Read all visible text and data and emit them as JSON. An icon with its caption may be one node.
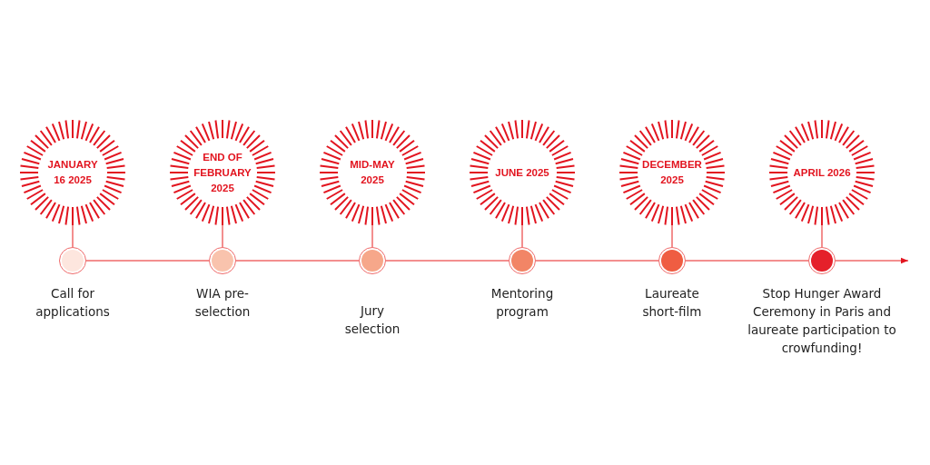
{
  "diagram": {
    "nodes": [
      {
        "text": [
          "JANUARY 16 2025"
        ]
      },
      {
        "text": [
          "END OF FEBRUARY 2025"
        ]
      },
      {
        "text": [
          "MID-MAY 2025"
        ]
      },
      {
        "text": [
          "JUNE 2025"
        ]
      },
      {
        "text": [
          "DECEMBER 2025"
        ]
      },
      {
        "text": [
          "APRIL 2026"
        ]
      },
      {
        "text": [],
        "shape": "circle",
        "beside": [
          "Call for applications"
        ]
      },
      {
        "text": [],
        "shape": "circle",
        "beside": [
          "WIA pre-selection"
        ]
      },
      {
        "text": [],
        "shape": "circle",
        "beside": [
          "Jury selection"
        ]
      },
      {
        "text": [],
        "shape": "circle",
        "beside": [
          "Mentoring program"
        ]
      },
      {
        "text": [],
        "shape": "circle",
        "beside": [
          "Laureate short-film"
        ]
      },
      {
        "text": [],
        "shape": "circle",
        "beside": [
          "Stop Hunger Award Ceremony in Paris and laureate participation to crowfunding!"
        ]
      }
    ],
    "edges": [
      {
        "from": 0,
        "to": 6,
        "arrow": "none"
      },
      {
        "from": 1,
        "to": 7,
        "arrow": "none"
      },
      {
        "from": 2,
        "to": 8,
        "arrow": "none"
      },
      {
        "from": 3,
        "to": 9,
        "arrow": "none"
      },
      {
        "from": 4,
        "to": 10,
        "arrow": "none"
      },
      {
        "from": 5,
        "to": 11,
        "arrow": "none"
      },
      {
        "from": 6,
        "to": 7,
        "arrow": "none"
      },
      {
        "from": 7,
        "to": 8,
        "arrow": "none"
      },
      {
        "from": 8,
        "to": 9,
        "arrow": "none"
      },
      {
        "from": 9,
        "to": 10,
        "arrow": "none"
      },
      {
        "from": 10,
        "to": 11,
        "arrow": "none"
      },
      {
        "from": 11,
        "to": null,
        "arrow": "to"
      }
    ]
  }
}
